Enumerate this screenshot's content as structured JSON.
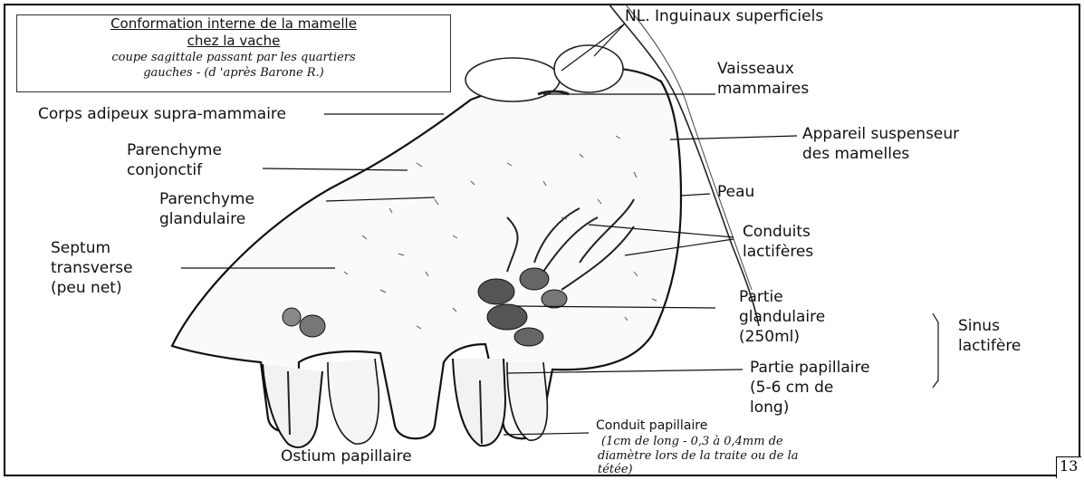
{
  "title": {
    "line1": "Conformation interne de la mamelle",
    "line2": "chez la vache",
    "sub1": "coupe sagittale passant par les quartiers",
    "sub2": "gauches - (d 'après Barone R.)"
  },
  "labels": {
    "nl_inguinaux": "NL. Inguinaux superficiels",
    "vaisseaux_1": "Vaisseaux",
    "vaisseaux_2": "mammaires",
    "corps_adipeux": "Corps adipeux supra-mammaire",
    "appareil_1": "Appareil suspenseur",
    "appareil_2": "des mamelles",
    "parenchyme_conj_1": "Parenchyme",
    "parenchyme_conj_2": "conjonctif",
    "parenchyme_gland_1": "Parenchyme",
    "parenchyme_gland_2": "glandulaire",
    "peau": "Peau",
    "conduits_1": "Conduits",
    "conduits_2": "lactifères",
    "septum_1": "Septum",
    "septum_2": "transverse",
    "septum_3": "(peu net)",
    "partie_gland_1": "Partie",
    "partie_gland_2": "glandulaire",
    "partie_gland_3": "(250ml)",
    "sinus_1": "Sinus",
    "sinus_2": "lactifère",
    "partie_pap_1": "Partie papillaire",
    "partie_pap_2": "(5-6 cm de",
    "partie_pap_3": "long)",
    "conduit_pap_1": "Conduit papillaire",
    "conduit_pap_2": "(1cm de long - 0,3 à 0,4mm de",
    "conduit_pap_3": "diamètre lors de la traite ou de la",
    "conduit_pap_4": "tétée)",
    "ostium": "Ostium papillaire"
  },
  "page_number": "13"
}
